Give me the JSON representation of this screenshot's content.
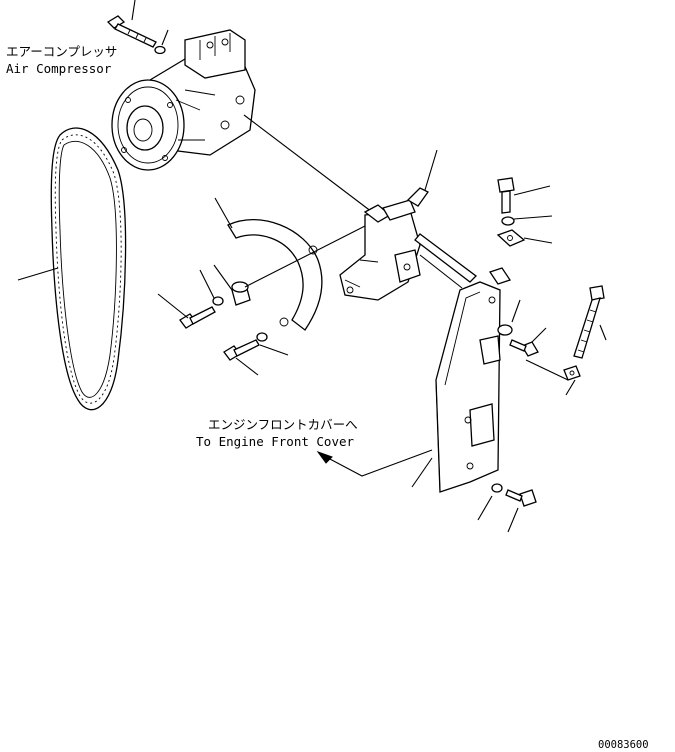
{
  "labels": {
    "compressor_jp": "エアーコンプレッサ",
    "compressor_en": "Air Compressor",
    "front_cover_jp": "エンジンフロントカバーへ",
    "front_cover_en": "To Engine Front Cover"
  },
  "drawing_number": "00083600"
}
